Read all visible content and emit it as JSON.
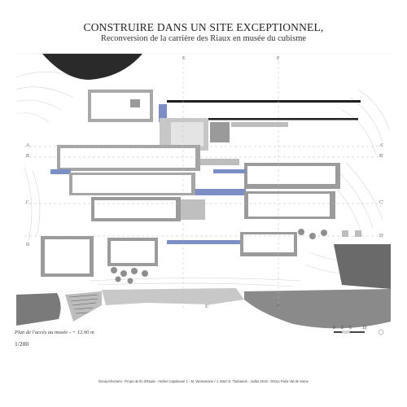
{
  "header": {
    "title": "CONSTRUIRE DANS UN SITE EXCEPTIONNEL,",
    "subtitle": "Reconversion de la carrière des Riaux en musée du cubisme"
  },
  "plan": {
    "caption": "Plan de l'accès au musée - + 12.00 m",
    "scale": "1/200",
    "section_markers": [
      "E",
      "F",
      "A",
      "A'",
      "B",
      "B'",
      "C",
      "C'",
      "D",
      "D'",
      "E'",
      "F'"
    ],
    "scale_bar_ticks": [
      "0",
      "2",
      "5",
      "10"
    ],
    "colors": {
      "building_gray": "#9b9b9b",
      "accent_blue": "#7c8fc4",
      "terrain_dark": "#2a2a2a",
      "contour": "#d4d4d4"
    }
  },
  "footer": {
    "credit": "Donia Khezami - Projet de fin d'Etude - Atelier Capolavori 1 - M. Weissmann / J. Mac/ D. Toubanos - Juillet 2019 - ENSA Paris Val de Seine"
  }
}
